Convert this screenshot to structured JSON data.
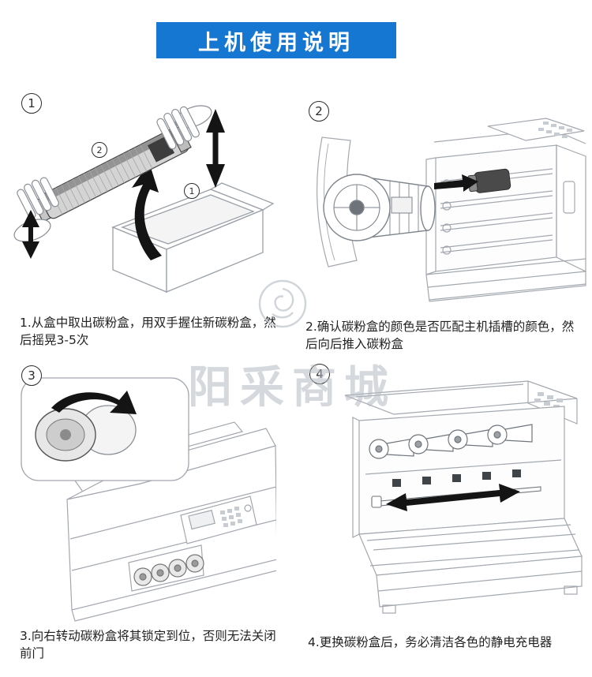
{
  "colors": {
    "banner-bg": "#1677d2",
    "banner-text": "#ffffff",
    "caption-text": "#222222",
    "line-art": "#a3a8af",
    "arrow": "#141414",
    "watermark": "#b4bbc3"
  },
  "header": {
    "title": "上机使用说明"
  },
  "watermark": {
    "text": "阳采商城"
  },
  "steps": [
    {
      "number": "1",
      "caption": "1.从盒中取出碳粉盒，用双手握住新碳粉盒，然后摇晃3-5次",
      "illustration": "shake-new-toner-cartridge-over-box",
      "annotations": [
        {
          "label": "2"
        },
        {
          "label": "1"
        }
      ]
    },
    {
      "number": "2",
      "caption": "2.确认碳粉盒的颜色是否匹配主机插槽的颜色，然后向后推入碳粉盒",
      "illustration": "push-toner-cartridge-into-slot",
      "annotations": []
    },
    {
      "number": "3",
      "caption": "3.向右转动碳粉盒将其锁定到位，否则无法关闭前门",
      "illustration": "rotate-toner-cartridge-to-lock",
      "annotations": []
    },
    {
      "number": "4",
      "caption": "4.更换碳粉盒后，务必清洁各色的静电充电器",
      "illustration": "clean-static-chargers-front-door-open",
      "annotations": []
    }
  ]
}
